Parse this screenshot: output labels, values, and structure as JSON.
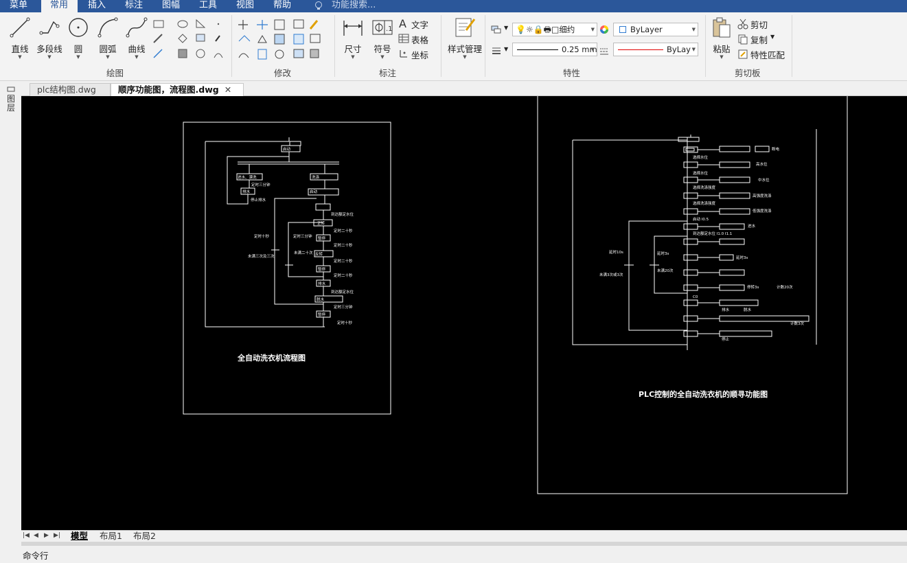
{
  "menu": {
    "items": [
      "菜单",
      "常用",
      "插入",
      "标注",
      "图幅",
      "工具",
      "视图",
      "帮助"
    ],
    "search_placeholder": "功能搜索..."
  },
  "ribbon": {
    "draw": {
      "line": "直线",
      "polyline": "多段线",
      "circle": "圆",
      "arc": "圆弧",
      "curve": "曲线",
      "group": "绘图"
    },
    "modify": {
      "group": "修改"
    },
    "annotate": {
      "dimension": "尺寸",
      "symbol": "符号",
      "text": "文字",
      "table": "表格",
      "coord": "坐标",
      "group": "标注"
    },
    "style": {
      "label": "样式管理"
    },
    "properties": {
      "layer_name": "细约",
      "color": "ByLayer",
      "lineweight": "0.25 mm",
      "linetype": "ByLay",
      "group": "特性"
    },
    "clipboard": {
      "paste": "粘贴",
      "cut": "剪切",
      "copy": "复制",
      "match": "特性匹配",
      "group": "剪切板"
    }
  },
  "side": {
    "label": "图层"
  },
  "tabs": [
    {
      "label": "plc结构图.dwg"
    },
    {
      "label": "顺序功能图，流程图.dwg"
    }
  ],
  "drawing": {
    "left_title": "全自动洗衣机流程图",
    "right_title": "PLC控制的全自动洗衣机的顺寻功能图",
    "left_labels": {
      "start": "启动",
      "fill_water": "进水、漂洗",
      "timer3": "定时三分钟",
      "drain": "排水",
      "stop_drain": "停止排水",
      "wash": "洗涤",
      "water_level": "到达额定水位",
      "forward": "正转",
      "stop": "暂停",
      "reverse": "反转",
      "timer10": "定时十秒",
      "timer20": "定时二十秒",
      "times": "未满三次及三次",
      "times20": "未满二十次",
      "spin": "脱水",
      "timer_end": "定时十秒"
    },
    "right_labels": {
      "r1": "选择水位",
      "r2": "高水位",
      "r3": "中水位",
      "r4": "选择洗涤强度",
      "r5": "高强度洗涤",
      "r6": "低强度洗涤",
      "r7": "启动 I0.5",
      "r8": "进水",
      "r9": "到达额定水位 I1.0 I1.1",
      "r10": "延时10s",
      "r11": "延时3s",
      "r12": "未满20次",
      "r13": "未满3次或3次",
      "r14": "停转3s",
      "r15": "计数20次",
      "r16": "C0",
      "r17": "排水",
      "r18": "脱水",
      "r19": "计数3次",
      "r20": "停止",
      "r21": "断电"
    }
  },
  "layout_tabs": [
    "模型",
    "布局1",
    "布局2"
  ],
  "command": {
    "label": "命令行"
  },
  "colors": {
    "menu_bg": "#2b579a",
    "canvas_bg": "#000000",
    "linetype_red": "#e00000"
  }
}
